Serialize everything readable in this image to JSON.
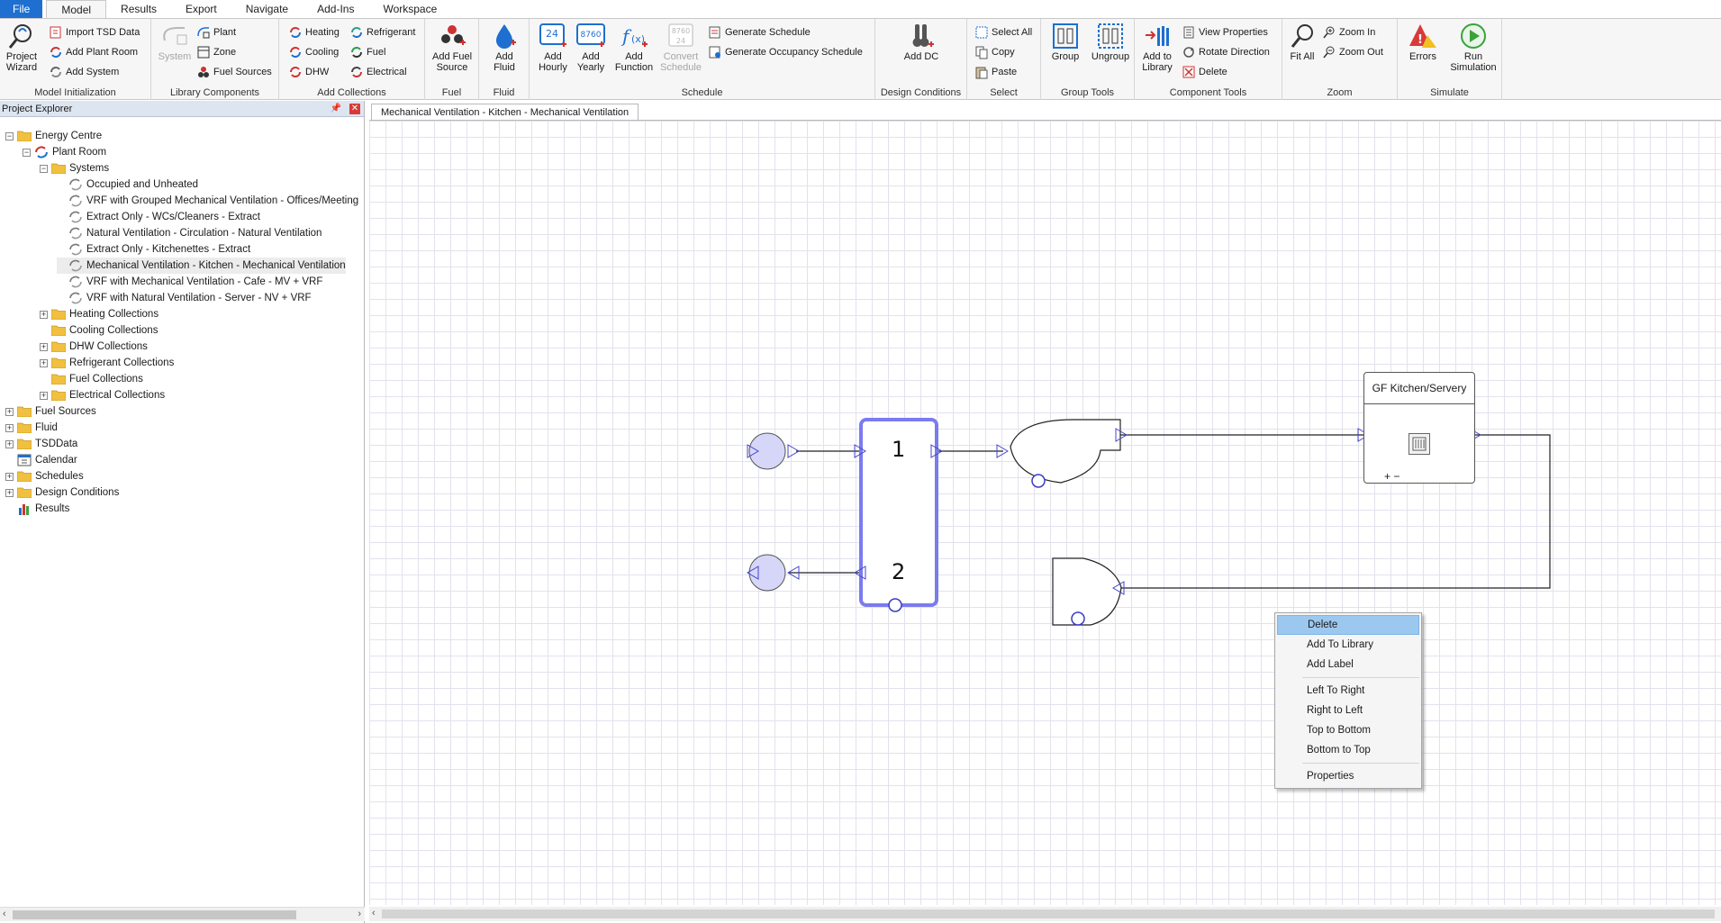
{
  "menubar": {
    "tabs": [
      "File",
      "Model",
      "Results",
      "Export",
      "Navigate",
      "Add-Ins",
      "Workspace"
    ],
    "active": "Model"
  },
  "ribbon": {
    "model_init": {
      "label": "Model Initialization",
      "project_wizard": "Project Wizard",
      "import_tsd": "Import TSD Data",
      "add_plant_room": "Add Plant Room",
      "add_system": "Add System"
    },
    "library": {
      "label": "Library Components",
      "system": "System",
      "plant": "Plant",
      "zone": "Zone",
      "fuel_sources": "Fuel Sources"
    },
    "collections": {
      "label": "Add Collections",
      "heating": "Heating",
      "refrigerant": "Refrigerant",
      "cooling": "Cooling",
      "fuel": "Fuel",
      "dhw": "DHW",
      "electrical": "Electrical"
    },
    "fuel": {
      "label": "Fuel",
      "add_fuel_source": "Add Fuel Source"
    },
    "fluid": {
      "label": "Fluid",
      "add_fluid": "Add Fluid"
    },
    "schedule": {
      "label": "Schedule",
      "add_hourly": "Add Hourly",
      "add_yearly": "Add Yearly",
      "add_function": "Add Function",
      "convert_schedule": "Convert Schedule",
      "generate_schedule": "Generate Schedule",
      "generate_occupancy": "Generate Occupancy Schedule",
      "icon_24": "24",
      "icon_8760": "8760"
    },
    "design_conditions": {
      "label": "Design Conditions",
      "add_dc": "Add DC"
    },
    "select": {
      "label": "Select",
      "select_all": "Select All",
      "copy": "Copy",
      "paste": "Paste"
    },
    "group_tools": {
      "label": "Group Tools",
      "group": "Group",
      "ungroup": "Ungroup"
    },
    "component_tools": {
      "label": "Component Tools",
      "add_to_library": "Add to Library",
      "view_properties": "View Properties",
      "rotate_direction": "Rotate Direction",
      "delete": "Delete"
    },
    "zoom": {
      "label": "Zoom",
      "fit_all": "Fit All",
      "zoom_in": "Zoom In",
      "zoom_out": "Zoom Out"
    },
    "simulate": {
      "label": "Simulate",
      "errors": "Errors",
      "run_simulation": "Run Simulation"
    }
  },
  "explorer": {
    "title": "Project Explorer",
    "items": [
      {
        "label": "Energy Centre",
        "depth": 0,
        "type": "folder",
        "expander": "-"
      },
      {
        "label": "Plant Room",
        "depth": 1,
        "type": "plantroom",
        "expander": "-"
      },
      {
        "label": "Systems",
        "depth": 2,
        "type": "folder",
        "expander": "-"
      },
      {
        "label": "Occupied and Unheated",
        "depth": 3,
        "type": "system",
        "expander": ""
      },
      {
        "label": "VRF with Grouped Mechanical Ventilation - Offices/Meeting",
        "depth": 3,
        "type": "system",
        "expander": ""
      },
      {
        "label": "Extract Only - WCs/Cleaners - Extract",
        "depth": 3,
        "type": "system",
        "expander": ""
      },
      {
        "label": "Natural Ventilation - Circulation - Natural Ventilation",
        "depth": 3,
        "type": "system",
        "expander": ""
      },
      {
        "label": "Extract Only - Kitchenettes - Extract",
        "depth": 3,
        "type": "system",
        "expander": ""
      },
      {
        "label": "Mechanical Ventilation - Kitchen - Mechanical Ventilation",
        "depth": 3,
        "type": "system",
        "expander": "",
        "selected": true
      },
      {
        "label": "VRF with Mechanical Ventilation - Cafe - MV + VRF",
        "depth": 3,
        "type": "system",
        "expander": ""
      },
      {
        "label": "VRF with Natural Ventilation - Server - NV + VRF",
        "depth": 3,
        "type": "system",
        "expander": ""
      },
      {
        "label": "Heating Collections",
        "depth": 2,
        "type": "folder",
        "expander": "+"
      },
      {
        "label": "Cooling Collections",
        "depth": 2,
        "type": "folder",
        "expander": ""
      },
      {
        "label": "DHW Collections",
        "depth": 2,
        "type": "folder",
        "expander": "+"
      },
      {
        "label": "Refrigerant Collections",
        "depth": 2,
        "type": "folder",
        "expander": "+"
      },
      {
        "label": "Fuel Collections",
        "depth": 2,
        "type": "folder",
        "expander": ""
      },
      {
        "label": "Electrical Collections",
        "depth": 2,
        "type": "folder",
        "expander": "+"
      },
      {
        "label": "Fuel Sources",
        "depth": 0,
        "type": "folder",
        "expander": "+"
      },
      {
        "label": "Fluid",
        "depth": 0,
        "type": "folder",
        "expander": "+"
      },
      {
        "label": "TSDData",
        "depth": 0,
        "type": "folder",
        "expander": "+"
      },
      {
        "label": "Calendar",
        "depth": 0,
        "type": "calendar",
        "expander": ""
      },
      {
        "label": "Schedules",
        "depth": 0,
        "type": "folder",
        "expander": "+"
      },
      {
        "label": "Design Conditions",
        "depth": 0,
        "type": "folder",
        "expander": "+"
      },
      {
        "label": "Results",
        "depth": 0,
        "type": "results",
        "expander": ""
      }
    ]
  },
  "document_tab": "Mechanical Ventilation - Kitchen - Mechanical Ventilation",
  "diagram": {
    "zone_name": "GF Kitchen/Servery",
    "zone_plus_minus": "+ −",
    "exchanger_port_1": "1",
    "exchanger_port_2": "2"
  },
  "context_menu": {
    "items": [
      "Delete",
      "Add To Library",
      "Add Label",
      "Left To Right",
      "Right to Left",
      "Top to Bottom",
      "Bottom to Top",
      "Properties"
    ],
    "highlighted": "Delete"
  },
  "colors": {
    "file_tab": "#1e6fd0",
    "selection_outline": "#7b7bf0",
    "node_fill": "#d6d6f8",
    "highlight": "#9cc8f0"
  }
}
